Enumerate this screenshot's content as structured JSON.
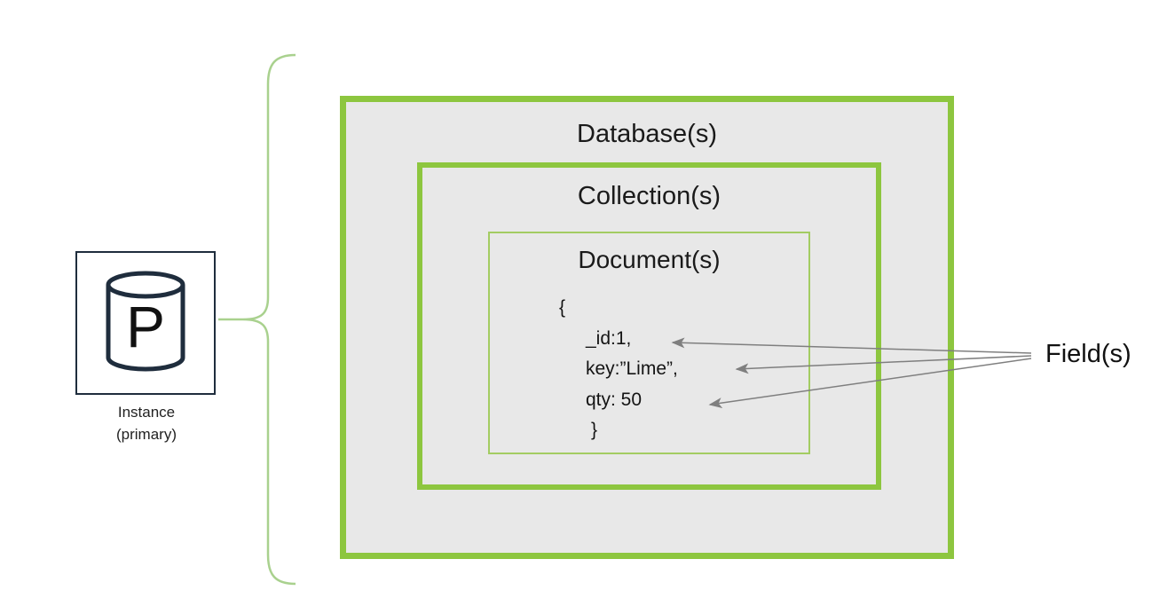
{
  "diagram": {
    "instance": {
      "icon_letter": "P",
      "label_line1": "Instance",
      "label_line2": "(primary)"
    },
    "database_label": "Database(s)",
    "collection_label": "Collection(s)",
    "document_label": "Document(s)",
    "document_lines": {
      "0": "{",
      "1": "_id:1,",
      "2": "key:”Lime”,",
      "3": "qty: 50",
      "4": "}"
    },
    "fields_label": "Field(s)"
  },
  "colors": {
    "green_border": "#8dc63f",
    "light_green_border": "#a3cc62",
    "brace_green": "#a9d18e",
    "box_background": "#e8e8e8",
    "instance_border": "#1f2d3d",
    "arrow_gray": "#7f7f7f"
  }
}
